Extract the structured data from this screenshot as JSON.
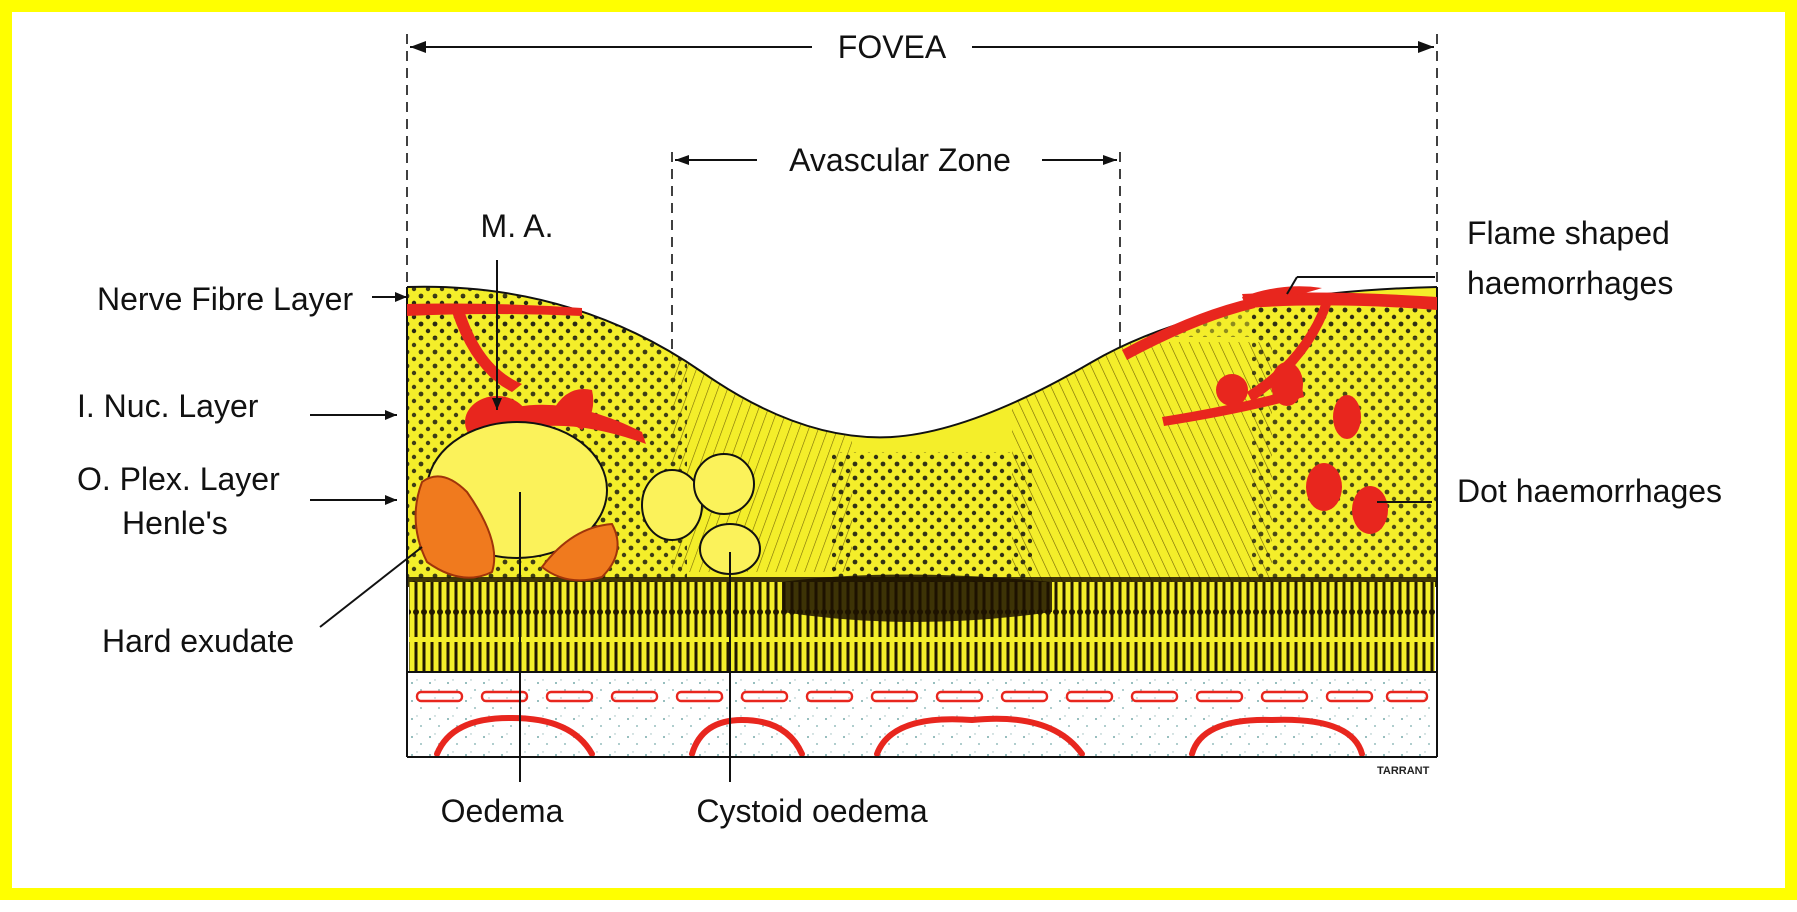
{
  "diagram": {
    "labels": {
      "fovea": "FOVEA",
      "avascular_zone": "Avascular Zone",
      "ma": "M. A.",
      "flame_shaped_1": "Flame shaped",
      "flame_shaped_2": "haemorrhages",
      "nerve_fibre_layer": "Nerve Fibre Layer",
      "i_nuc_layer": "I. Nuc.  Layer",
      "o_plex_layer": "O. Plex. Layer",
      "henles": "Henle's",
      "dot_haemorrhages": "Dot haemorrhages",
      "hard_exudate": "Hard exudate",
      "oedema": "Oedema",
      "cystoid_oedema": "Cystoid oedema",
      "signature": "TARRANT"
    },
    "colors": {
      "frame": "#ffff00",
      "retina": "#f4ee2a",
      "haemorrhage": "#e8261e",
      "exudate": "#f07a1e",
      "oedema": "#fbf25a",
      "ink": "#111111"
    }
  }
}
